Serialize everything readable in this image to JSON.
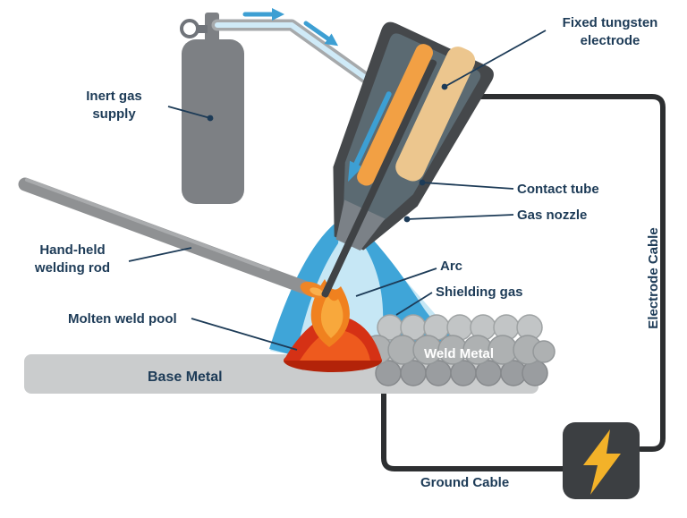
{
  "labels": {
    "inert_gas_supply": "Inert gas\nsupply",
    "fixed_tungsten_electrode": "Fixed tungsten\nelectrode",
    "contact_tube": "Contact tube",
    "gas_nozzle": "Gas nozzle",
    "arc": "Arc",
    "shielding_gas": "Shielding gas",
    "hand_held_welding_rod": "Hand-held\nwelding rod",
    "molten_weld_pool": "Molten weld pool",
    "base_metal": "Base Metal",
    "weld_metal": "Weld Metal",
    "electrode_cable": "Electrode Cable",
    "ground_cable": "Ground Cable"
  },
  "colors": {
    "label_text": "#1d3b57",
    "gas_flow_blue": "#3d9fd3",
    "shielding_gas_blue": "#3fa5d8",
    "shielding_gas_light": "#c6e7f5",
    "torch_body_gray": "#45484b",
    "electrode_holder_tan": "#ecc68e",
    "contact_tube_orange": "#f2a044",
    "arc_orange": "#f0811f",
    "molten_pool_red": "#d53115",
    "base_metal_gray": "#cacccd",
    "weld_bead_gray": "#aeb1b2",
    "cable_black": "#2d2f31",
    "power_bolt_yellow": "#f3b229",
    "cylinder_gray": "#7d8084",
    "background": "#ffffff"
  },
  "icons": {
    "pressure_gauge": "gauge-icon",
    "lightning_bolt": "lightning-bolt-icon",
    "gas_flow_arrow": "arrow-icon"
  }
}
